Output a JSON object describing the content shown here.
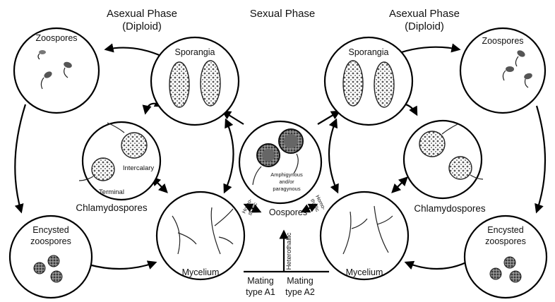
{
  "headers": {
    "left": [
      "Asexual Phase",
      "(Diploid)"
    ],
    "center": "Sexual Phase",
    "right": [
      "Asexual Phase",
      "(Diploid)"
    ]
  },
  "nodes": {
    "zoospores": "Zoospores",
    "sporangia": "Sporangia",
    "intercalary": "Intercalary",
    "terminal": "Terminal",
    "chlamydospores": "Chlamydospores",
    "encysted": [
      "Encysted",
      "zoospores"
    ],
    "mycelium": "Mycelium",
    "oospores": "Oospores",
    "amphigynous": [
      "Amphigynous",
      "and/or",
      "paragynous"
    ],
    "homothallic": [
      "Homo-",
      "thallic"
    ],
    "heterothallic": "Heterothallic",
    "mating_a1": [
      "Mating",
      "type A1"
    ],
    "mating_a2": [
      "Mating",
      "type A2"
    ]
  }
}
